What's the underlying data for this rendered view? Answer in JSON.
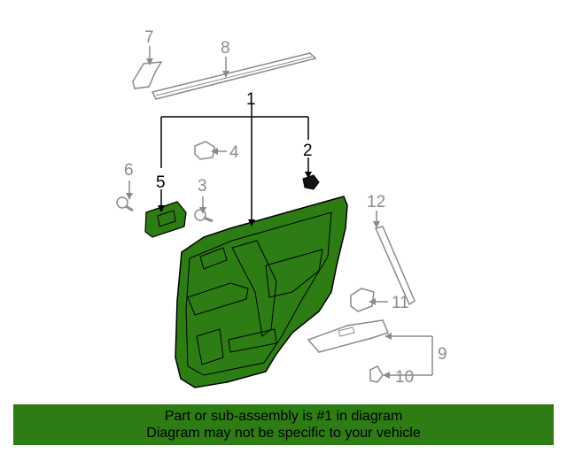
{
  "callouts": {
    "c1": "1",
    "c2": "2",
    "c3": "3",
    "c4": "4",
    "c5": "5",
    "c6": "6",
    "c7": "7",
    "c8": "8",
    "c9": "9",
    "c10": "10",
    "c11": "11",
    "c12": "12"
  },
  "banner": {
    "line1": "Part or sub-assembly is #1 in diagram",
    "line2": "Diagram may not be specific to your vehicle"
  },
  "colors": {
    "highlight": "#2e7d14",
    "dim_line": "#8a8a8a"
  }
}
